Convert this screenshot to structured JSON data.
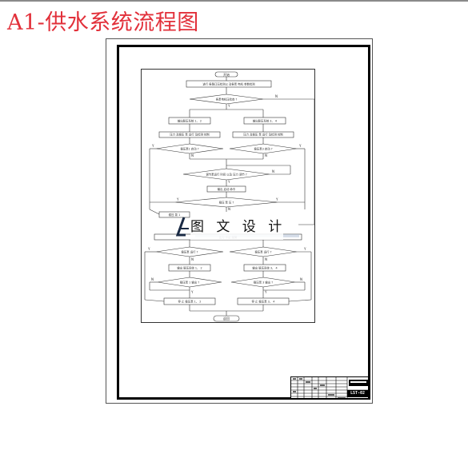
{
  "page_title": "A1-供水系统流程图",
  "watermark_text": "图 文 设 计",
  "drawing_number": "LST-02",
  "flowchart": {
    "start": "开始",
    "init": "进行 各路口压检测以 及各泵 电机 参数检测",
    "decision_main": "各泵电机压检查 ?",
    "left_process_1": "输出脉压系统 1、 2",
    "right_process_1": "输出脉压系统 3、 4",
    "left_process_2": "压力 及稳压 泵 运行 及检测 控制",
    "right_process_2": "压力 及稳压 泵 运行 及检测 控制",
    "left_decision_1": "稳压泵1 启动 ?",
    "right_decision_1": "稳压泵3 启动 ?",
    "mid_decision": "调节泵运行 时间 以及 压力 调节 ?",
    "mid_process": "输出 启动 命令",
    "bottom_decision": "稳压 泵 压 ?",
    "left_process_3": "稳压 泵 1",
    "alarm_bar": "压力 不足 报警",
    "left_decision_2": "稳压泵 运行 ?",
    "right_decision_2": "稳压泵 运行 ?",
    "left_process_4": "输出 脉压系统 1、 2",
    "right_process_4": "输出 脉压系统 3、 4",
    "left_decision_3": "稳压泵 1 输出 ?",
    "right_decision_3": "稳压泵 3 输出 ?",
    "left_stop": "停 止 稳压泵 1、 2",
    "right_stop": "停 止 稳压泵 3、 4",
    "end": "返回",
    "yes": "Y",
    "no": "N"
  },
  "colors": {
    "title": "#e2303a",
    "frame": "#000000",
    "line": "#333333"
  }
}
